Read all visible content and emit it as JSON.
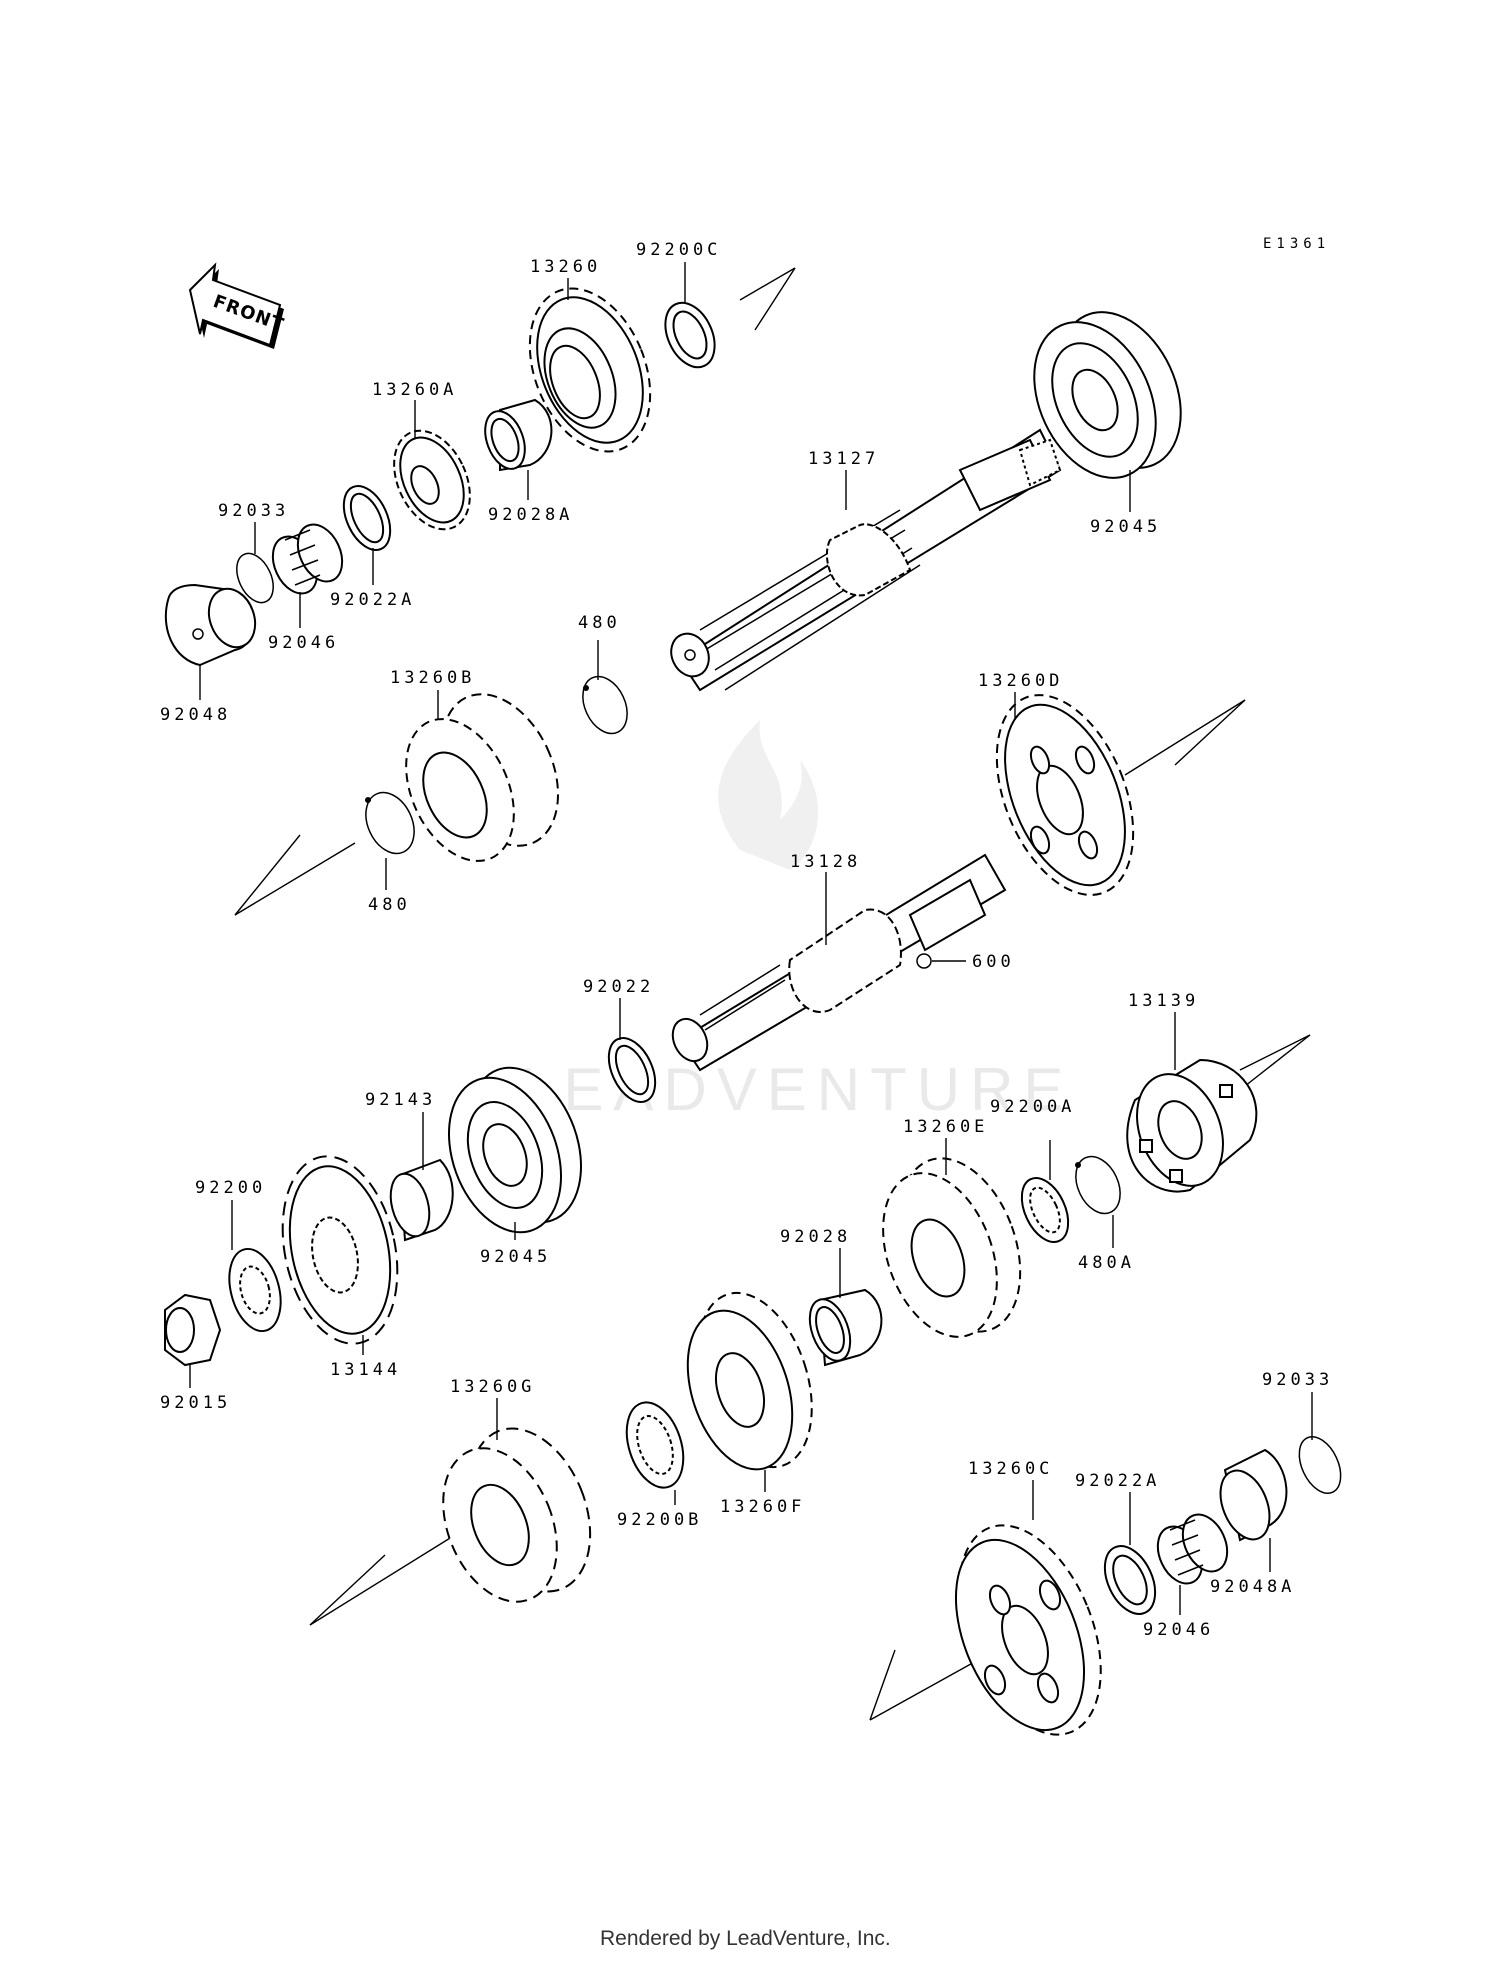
{
  "diagram": {
    "code": "E1361",
    "front_label": "FRONT",
    "watermark": "LEADVENTURE",
    "footer": "Rendered by LeadVenture, Inc.",
    "parts": [
      {
        "key": "p13260",
        "label": "13260"
      },
      {
        "key": "p92200C",
        "label": "92200C"
      },
      {
        "key": "p13260A",
        "label": "13260A"
      },
      {
        "key": "p92028A",
        "label": "92028A"
      },
      {
        "key": "p92033a",
        "label": "92033"
      },
      {
        "key": "p92022A_a",
        "label": "92022A"
      },
      {
        "key": "p92046a",
        "label": "92046"
      },
      {
        "key": "p92048",
        "label": "92048"
      },
      {
        "key": "p13127",
        "label": "13127"
      },
      {
        "key": "p92045a",
        "label": "92045"
      },
      {
        "key": "p480a",
        "label": "480"
      },
      {
        "key": "p13260B",
        "label": "13260B"
      },
      {
        "key": "p480b",
        "label": "480"
      },
      {
        "key": "p13260D",
        "label": "13260D"
      },
      {
        "key": "p13128",
        "label": "13128"
      },
      {
        "key": "p600",
        "label": "600"
      },
      {
        "key": "p92022",
        "label": "92022"
      },
      {
        "key": "p13139",
        "label": "13139"
      },
      {
        "key": "p92143",
        "label": "92143"
      },
      {
        "key": "p92200",
        "label": "92200"
      },
      {
        "key": "p92045b",
        "label": "92045"
      },
      {
        "key": "p13144",
        "label": "13144"
      },
      {
        "key": "p92015",
        "label": "92015"
      },
      {
        "key": "p13260E",
        "label": "13260E"
      },
      {
        "key": "p92200A",
        "label": "92200A"
      },
      {
        "key": "p480A",
        "label": "480A"
      },
      {
        "key": "p92028",
        "label": "92028"
      },
      {
        "key": "p13260G",
        "label": "13260G"
      },
      {
        "key": "p92200B",
        "label": "92200B"
      },
      {
        "key": "p13260F",
        "label": "13260F"
      },
      {
        "key": "p92033b",
        "label": "92033"
      },
      {
        "key": "p13260C",
        "label": "13260C"
      },
      {
        "key": "p92022A_b",
        "label": "92022A"
      },
      {
        "key": "p92048A",
        "label": "92048A"
      },
      {
        "key": "p92046b",
        "label": "92046"
      }
    ]
  }
}
